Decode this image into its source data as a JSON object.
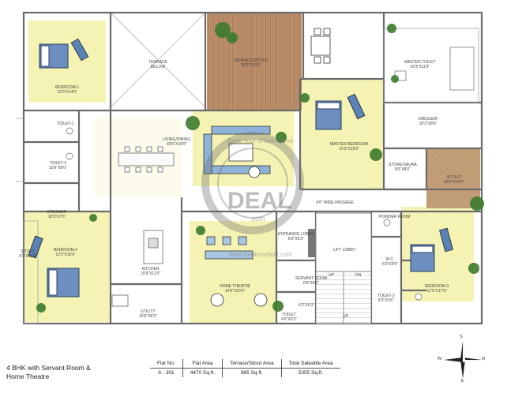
{
  "rooms": {
    "bedroom1": {
      "name": "BEDROOM-1",
      "dim": "15'0\"X14'0\""
    },
    "terrace_below": {
      "name": "TERRACE",
      "dim": "BELOW"
    },
    "terrace_sitout": {
      "name": "TERRACE/SITOUT",
      "dim": "33'0\"X16'6\""
    },
    "master_toilet": {
      "name": "MASTER TOILET",
      "dim": "16'3\"X11'9\""
    },
    "dresser_master": {
      "name": "DRESSER",
      "dim": "16'3\"X8'6\""
    },
    "toilet1": {
      "name": "TOILET-1",
      "dim": ""
    },
    "toilet2": {
      "name": "TOILET-2",
      "dim": "10'9\"X8'0\""
    },
    "dresser2": {
      "name": "DRESSER",
      "dim": "10'9\"X7'6\""
    },
    "living": {
      "name": "LIVING/DINING",
      "dim": "39'6\"X18'9\""
    },
    "master_bedroom": {
      "name": "MASTER BEDROOM",
      "dim": "15'0\"X19'9\""
    },
    "store": {
      "name": "STORE/SAUNA",
      "dim": "8'0\"X8'0\""
    },
    "sitout_right": {
      "name": "SITOUT",
      "dim": "10'3\"X12'0\""
    },
    "passage": {
      "name": "4'0\" WIDE PASSAGE",
      "dim": ""
    },
    "bedroom2": {
      "name": "BEDROOM-2",
      "dim": "12'0\"X16'6\""
    },
    "sitout_left": {
      "name": "SITOUT",
      "dim": "4'3\"X16'6\""
    },
    "kitchen": {
      "name": "KITCHEN",
      "dim": "15'9\"X11'0\""
    },
    "utility": {
      "name": "UTILITY",
      "dim": "15'6\"X8'3\""
    },
    "home_theatre": {
      "name": "HOME THEATRE",
      "dim": "14'6\"X20'3\""
    },
    "entrance_lobby": {
      "name": "ENTRANCE LOBBY",
      "dim": "8'3\"X9'3\""
    },
    "servant_room": {
      "name": "SERVANT ROOM",
      "dim": "8'9\"X9'6\""
    },
    "servant_toilet": {
      "name": "TOILET",
      "dim": "4'0\"X6'3\""
    },
    "servant_small": {
      "name": "",
      "dim": "4'3\"X6'3\""
    },
    "lift_lobby": {
      "name": "LIFT LOBBY",
      "dim": ""
    },
    "up1": {
      "name": "UP",
      "dim": ""
    },
    "up2": {
      "name": "UP",
      "dim": ""
    },
    "dn": {
      "name": "DN",
      "dim": ""
    },
    "powder_room": {
      "name": "POWDER ROOM",
      "dim": ""
    },
    "wc": {
      "name": "W.C.",
      "dim": "5'0\"X5'0\""
    },
    "toilet3": {
      "name": "TOILET-3",
      "dim": "8'0\"X5'6\""
    },
    "bedroom3": {
      "name": "BEDROOM-3",
      "dim": "12'0\"X17'9\""
    }
  },
  "caption": {
    "line1": "4 BHK with Servant Room &",
    "line2": "Home Theatre"
  },
  "table": {
    "headers": [
      "Flat No.",
      "Flat Area",
      "Terrace/Sitout Area",
      "Total Saleable Area"
    ],
    "row": [
      "A - 301",
      "4470 Sq.ft.",
      "885 Sq.ft.",
      "5355 Sq.ft."
    ]
  },
  "compass": {
    "n": "N",
    "s": "S",
    "e": "E",
    "w": "W"
  },
  "watermark": {
    "top": "Book your dream home",
    "big": "DEAL",
    "com": ".com",
    "url": "www.bookmydeal.com"
  },
  "colors": {
    "wall": "#6b6b6b",
    "floor_yellow": "#f3f1a6",
    "deck_wood": "#b98b66",
    "sofa_blue": "#7ea6cf",
    "plant_green": "#3c7a2c"
  }
}
